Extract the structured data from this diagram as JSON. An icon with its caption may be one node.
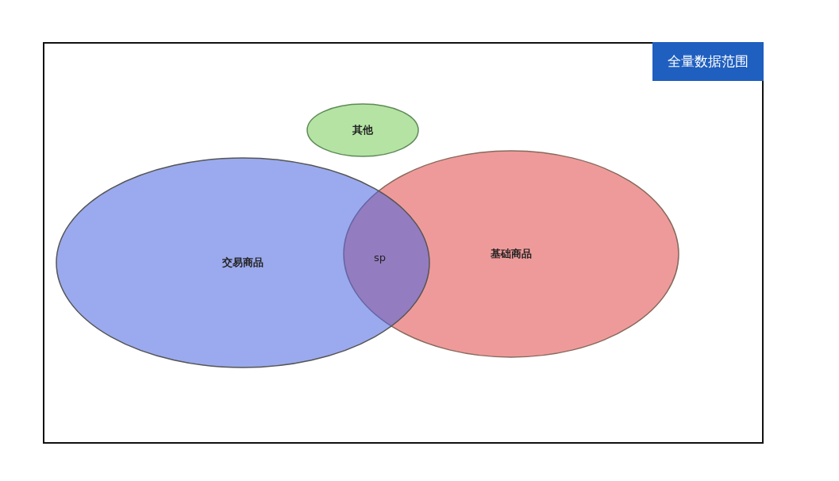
{
  "diagram": {
    "nodes": [
      {
        "text": [
          "全量数据范围"
        ]
      },
      {
        "text": [
          "其他"
        ],
        "in": 0
      },
      {
        "text": [
          "交易商品"
        ],
        "in": 0
      },
      {
        "text": [
          "基础商品"
        ],
        "in": 0
      }
    ],
    "labels": [
      "sp"
    ]
  }
}
